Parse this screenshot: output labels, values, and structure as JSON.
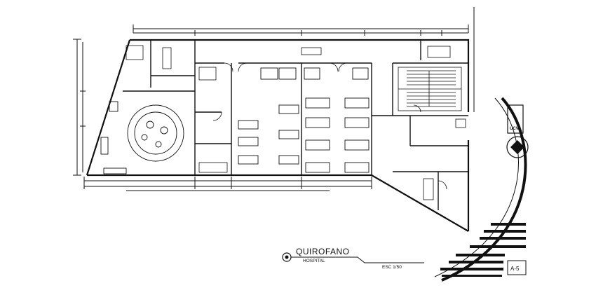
{
  "title_block": {
    "drawing_title": "QUIROFANO",
    "subtitle": "HOSPITAL",
    "scale": "ESC 1/50",
    "sheet_number": "A-5",
    "logo_text": "UCV"
  },
  "colors": {
    "line": "#111111",
    "background": "#ffffff"
  }
}
